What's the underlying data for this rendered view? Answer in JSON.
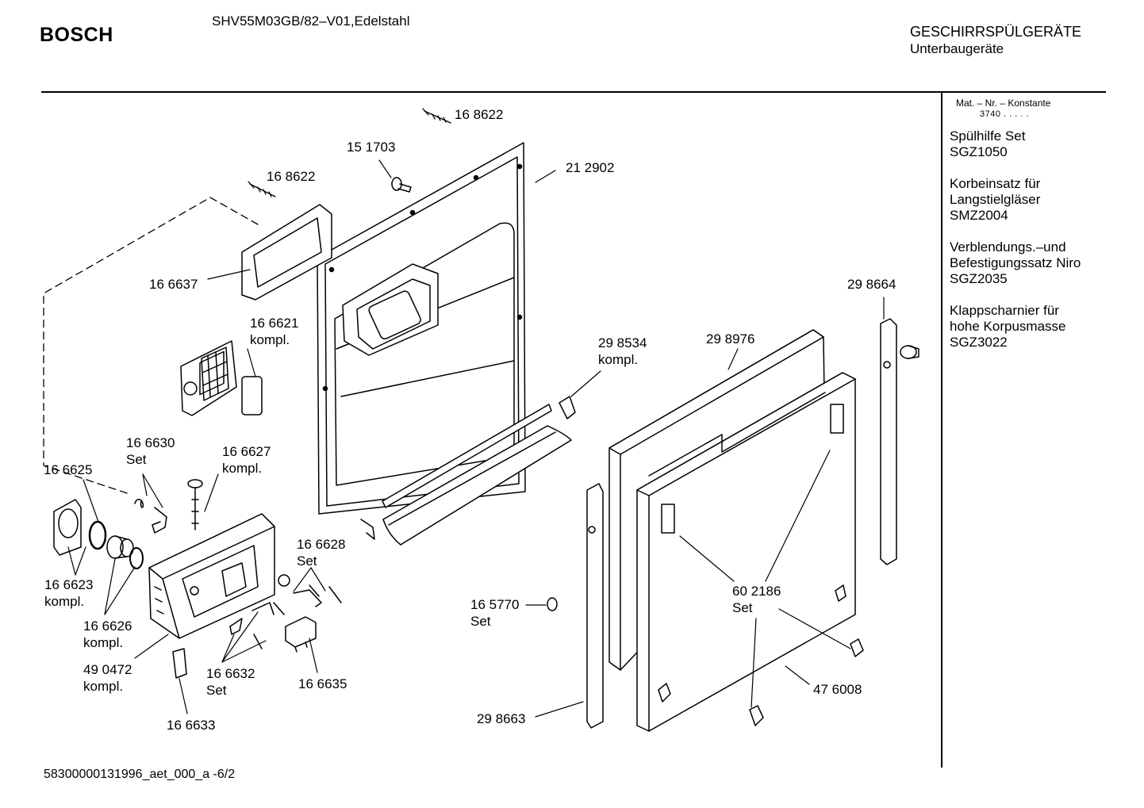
{
  "header": {
    "brand": "BOSCH",
    "model": "SHV55M03GB/82–V01,Edelstahl",
    "category": "GESCHIRRSPÜLGERÄTE",
    "subcategory": "Unterbaugeräte"
  },
  "sidebar": {
    "mat_title": "Mat. – Nr. – Konstante",
    "mat_value": "3740  .   .   .   .   .",
    "accessories": [
      {
        "lines": [
          "Spülhilfe Set",
          "SGZ1050"
        ]
      },
      {
        "lines": [
          "Korbeinsatz für",
          "Langstielgläser",
          "SMZ2004"
        ]
      },
      {
        "lines": [
          "Verblendungs.–und",
          "Befestigungssatz Niro",
          "SGZ2035"
        ]
      },
      {
        "lines": [
          "Klappscharnier für",
          "hohe Korpusmasse",
          "SGZ3022"
        ]
      }
    ]
  },
  "footer": "58300000131996_aet_000_a  -6/2",
  "diagram": {
    "labels": [
      {
        "id": "p168622a",
        "lines": [
          "16 8622"
        ]
      },
      {
        "id": "p151703",
        "lines": [
          "15 1703"
        ]
      },
      {
        "id": "p212902",
        "lines": [
          "21 2902"
        ]
      },
      {
        "id": "p168622b",
        "lines": [
          "16 8622"
        ]
      },
      {
        "id": "p166637",
        "lines": [
          "16 6637"
        ]
      },
      {
        "id": "p166621",
        "lines": [
          "16 6621",
          "kompl."
        ]
      },
      {
        "id": "p166630",
        "lines": [
          "16 6630",
          "Set"
        ]
      },
      {
        "id": "p166627",
        "lines": [
          "16 6627",
          "kompl."
        ]
      },
      {
        "id": "p166625",
        "lines": [
          "16 6625"
        ]
      },
      {
        "id": "p166623",
        "lines": [
          "16 6623",
          "kompl."
        ]
      },
      {
        "id": "p166626",
        "lines": [
          "16 6626",
          "kompl."
        ]
      },
      {
        "id": "p490472",
        "lines": [
          "49 0472",
          "kompl."
        ]
      },
      {
        "id": "p166628",
        "lines": [
          "16 6628",
          "Set"
        ]
      },
      {
        "id": "p166632",
        "lines": [
          "16 6632",
          "Set"
        ]
      },
      {
        "id": "p166635",
        "lines": [
          "16 6635"
        ]
      },
      {
        "id": "p166633",
        "lines": [
          "16 6633"
        ]
      },
      {
        "id": "p298534",
        "lines": [
          "29 8534",
          "kompl."
        ]
      },
      {
        "id": "p298976",
        "lines": [
          "29 8976"
        ]
      },
      {
        "id": "p298664",
        "lines": [
          "29 8664"
        ]
      },
      {
        "id": "p165770",
        "lines": [
          "16 5770",
          "Set"
        ]
      },
      {
        "id": "p602186",
        "lines": [
          "60 2186",
          "Set"
        ]
      },
      {
        "id": "p298663",
        "lines": [
          "29 8663"
        ]
      },
      {
        "id": "p476008",
        "lines": [
          "47 6008"
        ]
      }
    ]
  }
}
